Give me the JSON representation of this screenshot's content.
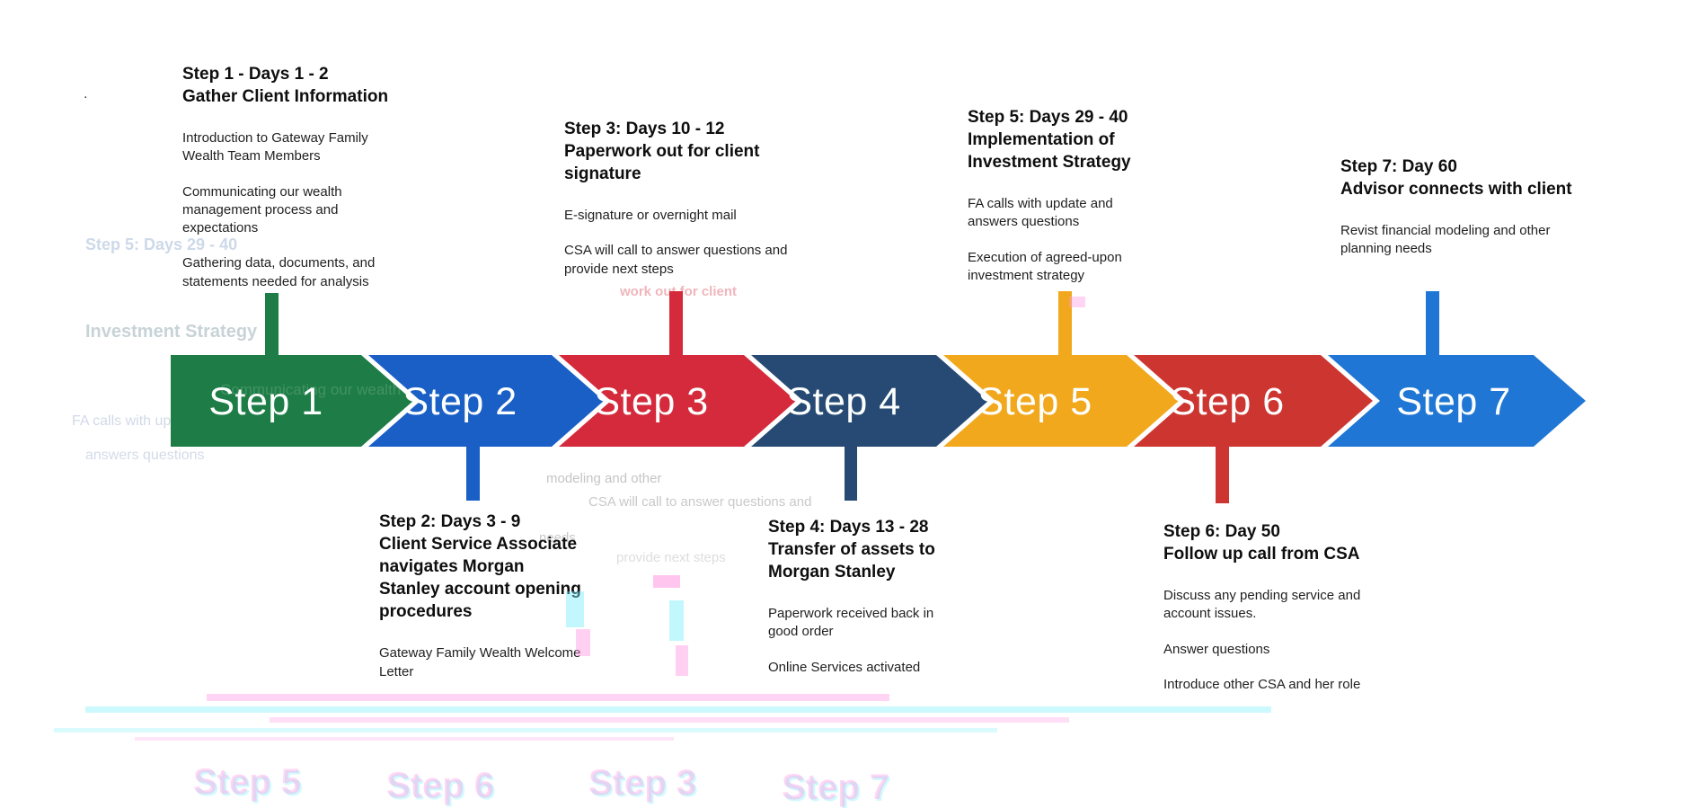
{
  "page": {
    "background": "#ffffff",
    "stray_dot": "."
  },
  "timeline": {
    "steps": [
      {
        "label": "Step 1",
        "color": "#1e7d46",
        "tick": "up",
        "title": "Step 1 - Days 1 - 2",
        "subtitle": "Gather Client Information",
        "points": [
          "Introduction to Gateway Family Wealth Team Members",
          "Communicating our wealth management process and expectations",
          "Gathering data, documents, and statements needed for analysis"
        ]
      },
      {
        "label": "Step 2",
        "color": "#1a5fc6",
        "tick": "down",
        "title": "Step 2: Days 3 - 9",
        "subtitle": "Client Service Associate navigates Morgan Stanley account opening procedures",
        "points": [
          "Gateway Family Wealth Welcome Letter"
        ]
      },
      {
        "label": "Step 3",
        "color": "#d42a3c",
        "tick": "up",
        "title": "Step 3: Days 10 - 12",
        "subtitle": "Paperwork out for client signature",
        "points": [
          "E-signature or overnight mail",
          "CSA will call to answer questions and provide next steps"
        ]
      },
      {
        "label": "Step 4",
        "color": "#264a73",
        "tick": "down",
        "title": "Step 4: Days 13 - 28",
        "subtitle": "Transfer of assets to Morgan Stanley",
        "points": [
          "Paperwork received back in good order",
          "Online Services activated"
        ]
      },
      {
        "label": "Step 5",
        "color": "#f2a81d",
        "tick": "up",
        "title": "Step 5: Days 29 - 40",
        "subtitle": "Implementation of Investment Strategy",
        "points": [
          "FA calls with update and answers questions",
          "Execution of agreed-upon investment strategy"
        ]
      },
      {
        "label": "Step 6",
        "color": "#cd3531",
        "tick": "down",
        "title": "Step 6: Day 50",
        "subtitle": "Follow up call from CSA",
        "points": [
          "Discuss any pending service and account issues.",
          "Answer questions",
          "Introduce other CSA and her role"
        ]
      },
      {
        "label": "Step 7",
        "color": "#2076d4",
        "tick": "up",
        "title": "Step 7: Day 60",
        "subtitle": "Advisor connects with client",
        "points": [
          "Revist financial modeling and other planning needs"
        ]
      }
    ]
  },
  "artifacts": {
    "ghost_texts": [
      {
        "text": "Step 5: Days 29 - 40"
      },
      {
        "text": "Investment Strategy"
      },
      {
        "text": "FA calls with update and"
      },
      {
        "text": "answers questions"
      },
      {
        "text": "Communicating our wealth"
      },
      {
        "text": "work out for client"
      },
      {
        "text": "modeling and other"
      },
      {
        "text": "CSA will call to answer questions and"
      },
      {
        "text": "provide next steps"
      },
      {
        "text": "needs"
      },
      {
        "text": "Step 5"
      },
      {
        "text": "Step 6"
      },
      {
        "text": "Step 3"
      },
      {
        "text": "Step 7"
      }
    ]
  }
}
